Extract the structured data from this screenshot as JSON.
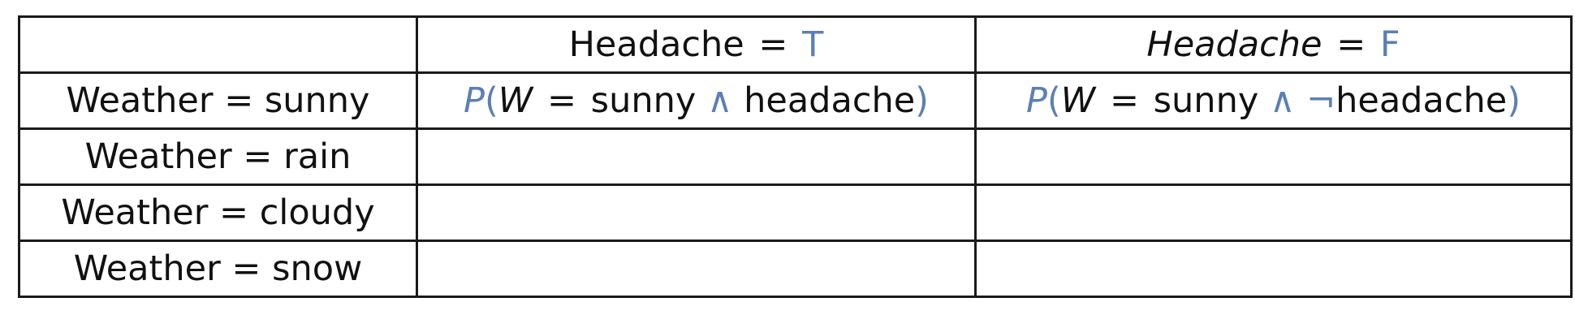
{
  "colors": {
    "accent": "#5b7fb5",
    "text": "#111111",
    "border": "#1a1a1a"
  },
  "header": {
    "col1": {
      "var": "Headache",
      "eq": "=",
      "val": "T"
    },
    "col2": {
      "var": "Headache",
      "eq": "=",
      "val": "F"
    }
  },
  "rows": [
    {
      "label": "Weather = sunny",
      "cell1": {
        "p": "P",
        "lp": "(",
        "w": "W",
        "eq": "=",
        "val": "sunny",
        "and": "∧",
        "term": "headache",
        "rp": ")"
      },
      "cell2": {
        "p": "P",
        "lp": "(",
        "w": "W",
        "eq": "=",
        "val": "sunny",
        "and": "∧",
        "neg": "¬",
        "term": "headache",
        "rp": ")"
      }
    },
    {
      "label": "Weather = rain"
    },
    {
      "label": "Weather = cloudy"
    },
    {
      "label": "Weather = snow"
    }
  ]
}
